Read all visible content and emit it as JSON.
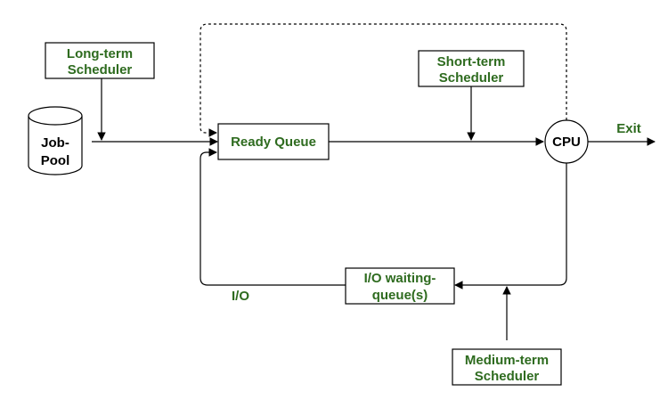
{
  "diagram": {
    "job_pool": {
      "line1": "Job-",
      "line2": "Pool"
    },
    "long_term_scheduler": {
      "line1": "Long-term",
      "line2": "Scheduler"
    },
    "ready_queue": "Ready Queue",
    "short_term_scheduler": {
      "line1": "Short-term",
      "line2": "Scheduler"
    },
    "cpu": "CPU",
    "exit": "Exit",
    "io_waiting_queue": {
      "line1": "I/O waiting-",
      "line2": "queue(s)"
    },
    "io_label": "I/O",
    "medium_term_scheduler": {
      "line1": "Medium-term",
      "line2": "Scheduler"
    }
  },
  "colors": {
    "label_green": "#2e6b1f",
    "stroke": "#000000",
    "background": "#ffffff"
  }
}
